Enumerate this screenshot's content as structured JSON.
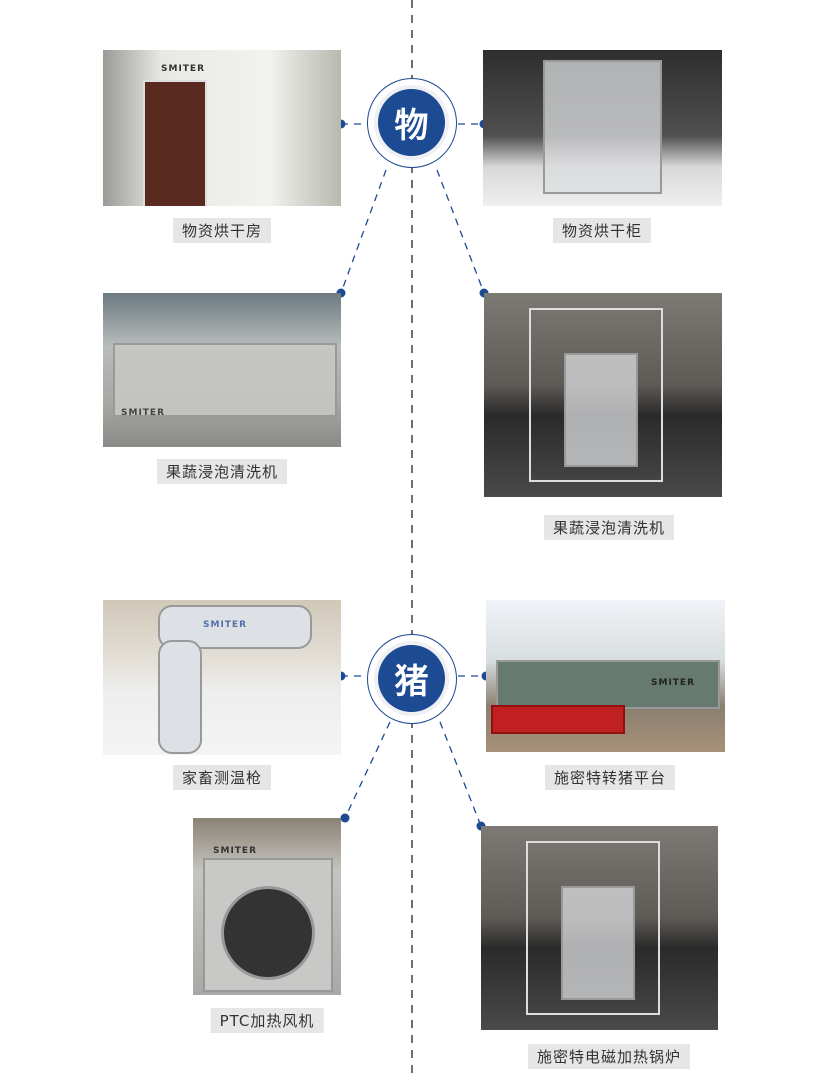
{
  "colors": {
    "accent": "#1c4a93"
  },
  "sections": [
    {
      "badge": "物",
      "items": [
        {
          "label": "物资烘干房",
          "logo": "SMITER"
        },
        {
          "label": "物资烘干柜"
        },
        {
          "label": "果蔬浸泡清洗机",
          "logo": "SMITER"
        },
        {
          "label": "果蔬浸泡清洗机"
        }
      ]
    },
    {
      "badge": "猪",
      "items": [
        {
          "label": "家畜测温枪",
          "logo": "SMITER"
        },
        {
          "label": "施密特转猪平台",
          "logo": "SMITER"
        },
        {
          "label": "PTC加热风机",
          "logo": "SMITER"
        },
        {
          "label": "施密特电磁加热锅炉"
        }
      ]
    }
  ]
}
